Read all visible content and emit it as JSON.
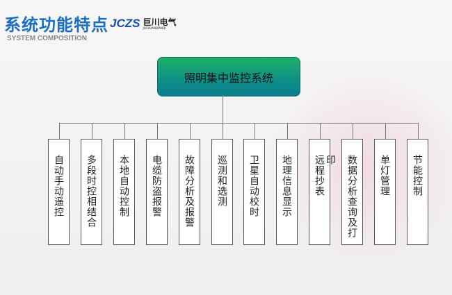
{
  "header": {
    "title": "系统功能特点",
    "subtitle": "SYSTEM COMPOSITION",
    "logo_mark": "JCZS",
    "logo_cn": "巨川电气",
    "logo_en": "JUCHUANDIANQI"
  },
  "diagram": {
    "root": "照明集中监控系统",
    "children": [
      "自动手动遥控",
      "多段时控相结合",
      "本地自动控制",
      "电缆防盗报警",
      "故障分析及报警",
      "巡测和选测",
      "卫星自动校时",
      "地理信息显示",
      "远程抄表",
      "数据分析查询及打印",
      "单灯管理",
      "节能控制"
    ]
  }
}
